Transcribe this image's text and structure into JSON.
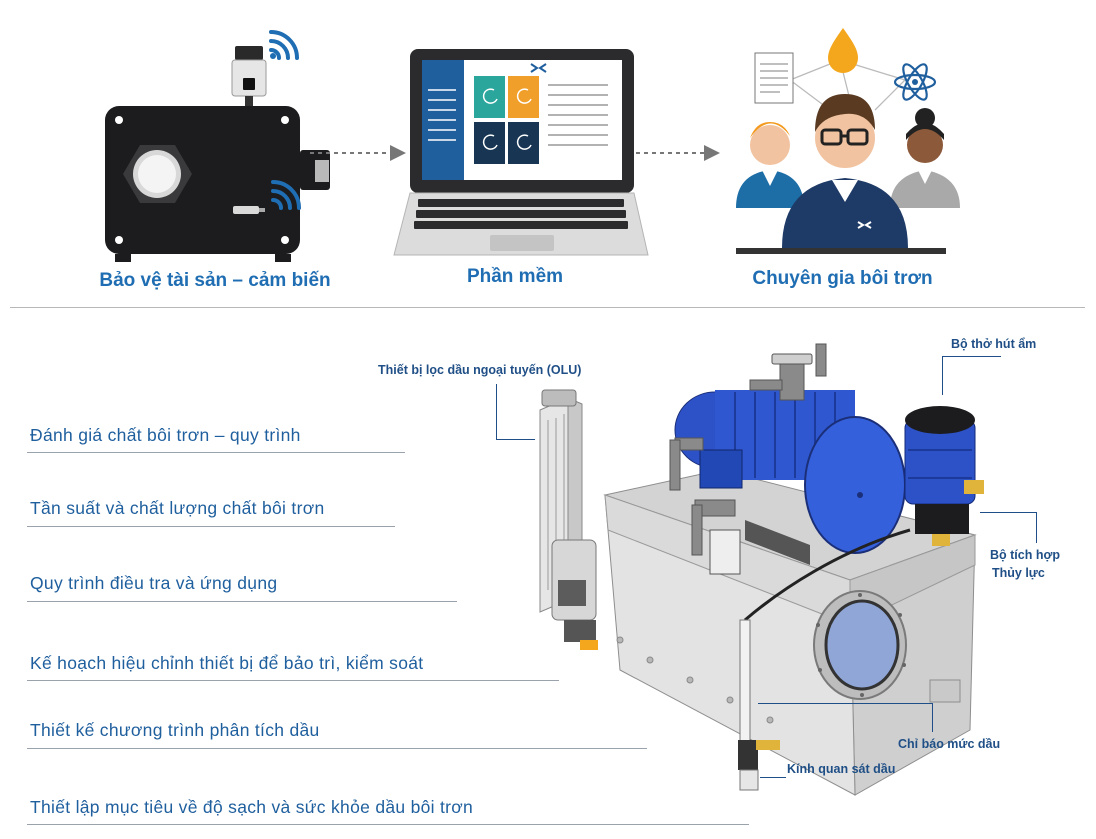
{
  "colors": {
    "brand_blue": "#1f6db2",
    "text_blue": "#1f5f9e",
    "callout_blue": "#1f4f86",
    "device_black": "#1c1c1e",
    "motor_blue": "#2d52c8",
    "tank_grey": "#d9d9d9",
    "oil_orange": "#f4a71d"
  },
  "workflow": {
    "stages": [
      {
        "label": "Bảo vệ tài sản – cảm biến",
        "icon": "sensor-device-icon"
      },
      {
        "label": "Phần mềm",
        "icon": "laptop-icon"
      },
      {
        "label": "Chuyên gia bôi trơn",
        "icon": "experts-icon"
      }
    ],
    "connector_icon": "dashed-arrow-icon"
  },
  "services": [
    "Đánh giá chất bôi trơn – quy trình",
    "Tần suất và chất lượng chất bôi trơn",
    "Quy trình điều tra và ứng dụng",
    "Kế hoạch hiệu chỉnh thiết bị để bảo trì, kiểm soát",
    "Thiết kế chương trình phân tích dầu",
    "Thiết lập mục tiêu về độ sạch và sức khỏe dầu bôi trơn"
  ],
  "callouts": {
    "olu": "Thiết bị lọc dầu ngoại tuyến (OLU)",
    "breather": "Bộ thở hút ẩm",
    "accumulator_line1": "Bộ tích hợp",
    "accumulator_line2": "Thủy lực",
    "level_indicator": "Chỉ báo mức dầu",
    "sight_glass": "Kính quan sát dầu"
  },
  "machine_icon": "hydraulic-unit-icon"
}
